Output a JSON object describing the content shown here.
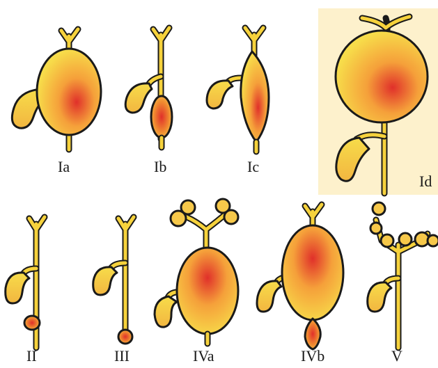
{
  "figure": {
    "labels": {
      "ia": "Ia",
      "ib": "Ib",
      "ic": "Ic",
      "id": "Id",
      "ii": "II",
      "iii": "III",
      "iva": "IVa",
      "ivb": "IVb",
      "v": "V"
    },
    "colors": {
      "duct_fill": "#f6d23c",
      "outline": "#1a1a1a",
      "cyst_center": "#e0302a",
      "cyst_mid": "#f5a03a",
      "cyst_outer": "#f7dc4a",
      "panel_bg": "#fdf1cc"
    }
  }
}
